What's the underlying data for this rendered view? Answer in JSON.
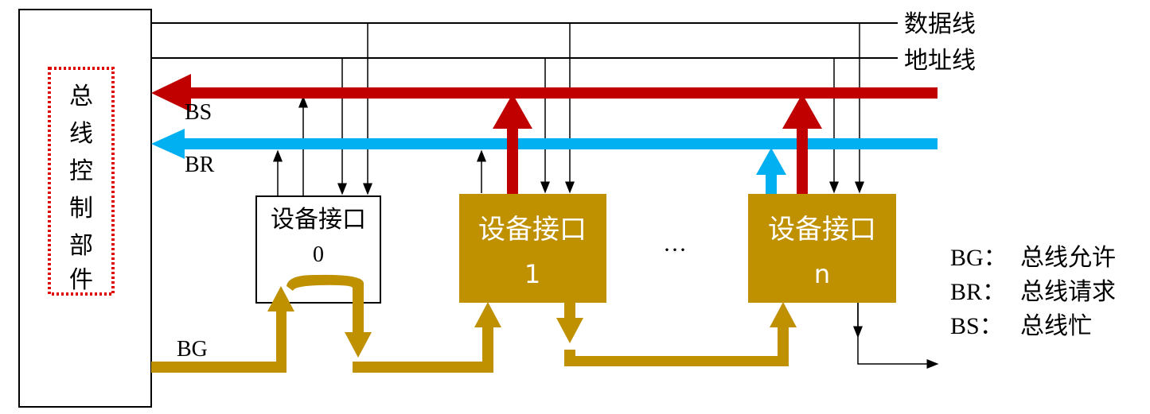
{
  "controller": {
    "label_chars": [
      "总",
      "线",
      "控",
      "制",
      "部",
      "件"
    ]
  },
  "bus_lines": {
    "data": "数据线",
    "address": "地址线",
    "bs": "BS",
    "br": "BR",
    "bg": "BG"
  },
  "devices": [
    {
      "title": "设备接口",
      "index": "0"
    },
    {
      "title": "设备接口",
      "index": "1"
    },
    {
      "title": "设备接口",
      "index": "n"
    }
  ],
  "ellipsis": "···",
  "legend": [
    {
      "key": "BG：",
      "text": "总线允许"
    },
    {
      "key": "BR：",
      "text": "总线请求"
    },
    {
      "key": "BS：",
      "text": "总线忙"
    }
  ],
  "colors": {
    "bs_line": "#c00000",
    "br_line": "#00b0f0",
    "bg_line": "#bf9000",
    "device_fill": "#bf9000",
    "controller_border": "#e00000"
  }
}
